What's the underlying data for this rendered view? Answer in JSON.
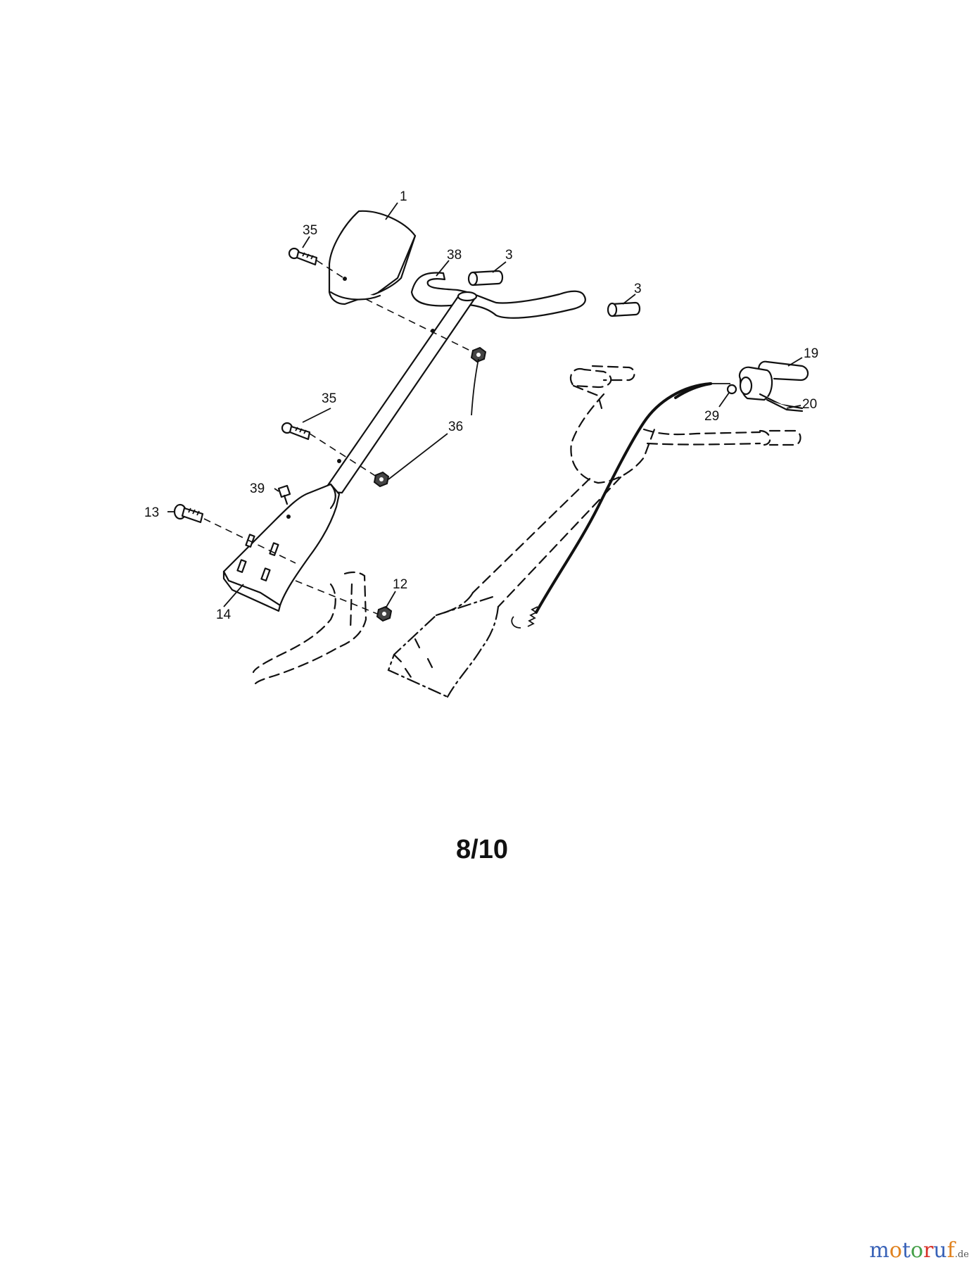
{
  "diagram": {
    "callouts": {
      "c1": "1",
      "c35a": "35",
      "c38": "38",
      "c3a": "3",
      "c3b": "3",
      "c35b": "35",
      "c36": "36",
      "c39": "39",
      "c13": "13",
      "c14": "14",
      "c12": "12",
      "c19": "19",
      "c29": "29",
      "c20": "20"
    }
  },
  "page_number": "8/10",
  "watermark": {
    "letters": [
      "m",
      "o",
      "t",
      "o",
      "r",
      "u",
      "f"
    ],
    "colors": [
      "#3a63b8",
      "#e0821f",
      "#3a63b8",
      "#46a049",
      "#d8322a",
      "#3a63b8",
      "#e0821f"
    ],
    "tld": ".de"
  }
}
